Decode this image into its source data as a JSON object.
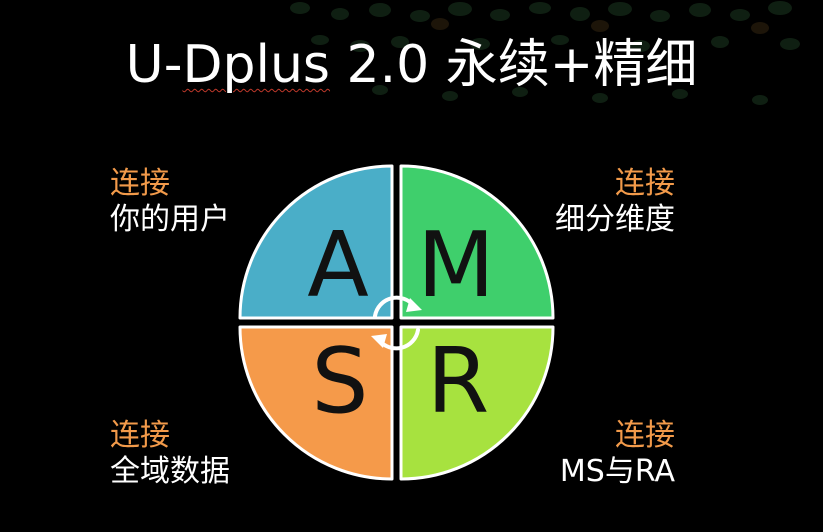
{
  "title": {
    "prefix": "U-",
    "underlined": "Dplus",
    "suffix": " 2.0 永续+精细"
  },
  "colors": {
    "accent": "#f29a4a",
    "quadrant_a": "#4aaec8",
    "quadrant_m": "#3fcf6c",
    "quadrant_s": "#f59a4a",
    "quadrant_r": "#a7e23f",
    "background": "#000000"
  },
  "quadrants": {
    "top_left": {
      "letter": "A"
    },
    "top_right": {
      "letter": "M"
    },
    "bottom_left": {
      "letter": "S"
    },
    "bottom_right": {
      "letter": "R"
    }
  },
  "labels": {
    "top_left": {
      "accent": "连接",
      "desc": "你的用户"
    },
    "top_right": {
      "accent": "连接",
      "desc": "细分维度"
    },
    "bottom_left": {
      "accent": "连接",
      "desc": "全域数据"
    },
    "bottom_right": {
      "accent": "连接",
      "desc": "MS与RA"
    }
  },
  "center_icon": "refresh-cycle-icon"
}
